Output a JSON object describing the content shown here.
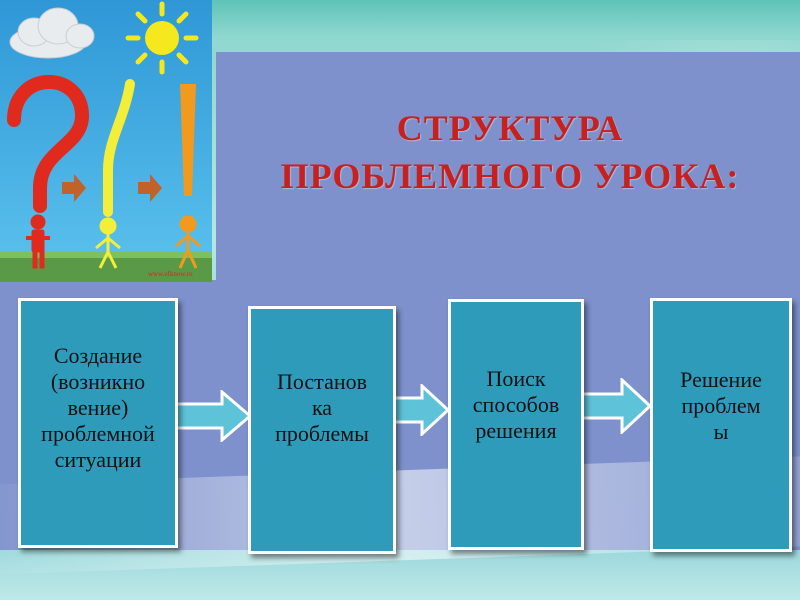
{
  "title": {
    "line1": "СТРУКТУРА",
    "line2": "ПРОБЛЕМНОГО УРОКА:"
  },
  "illustration": {
    "question_mark": "?",
    "exclamation_mark": "!",
    "website": "www.efknow.ru"
  },
  "boxes": [
    {
      "lines": [
        "Создание",
        "(возникно",
        "вение)",
        "проблемной",
        "ситуации"
      ]
    },
    {
      "lines": [
        "Постанов",
        "ка",
        "проблемы"
      ]
    },
    {
      "lines": [
        "Поиск",
        "способов",
        "решения"
      ]
    },
    {
      "lines": [
        "Решение",
        "проблем",
        "ы"
      ]
    }
  ],
  "colors": {
    "title": "#c8201e",
    "box_fill": "#2e9bbb",
    "panel": "#7e91cc",
    "sky": "#3aa8e0"
  }
}
